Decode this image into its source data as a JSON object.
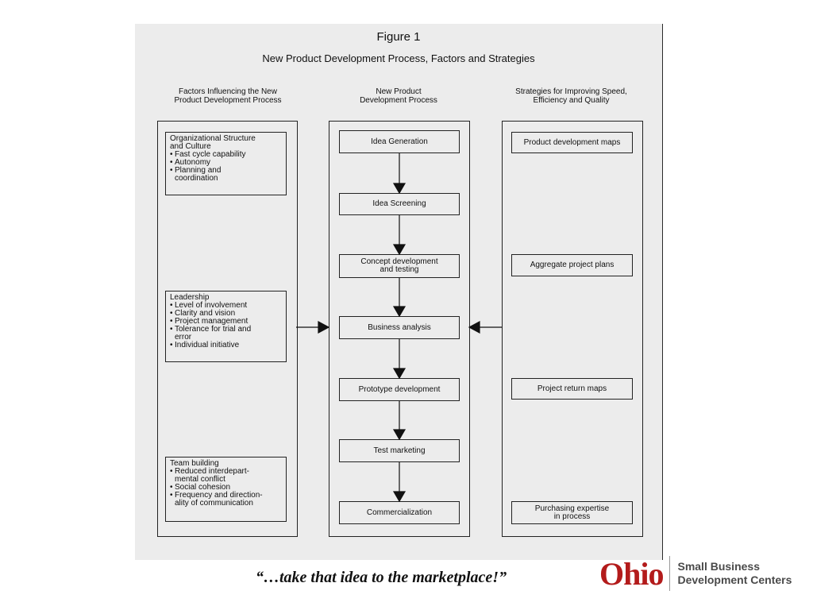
{
  "figure": {
    "title": "Figure 1",
    "subtitle": "New Product Development Process, Factors and Strategies"
  },
  "columns": {
    "factors_header": "Factors Influencing the New\nProduct Development Process",
    "process_header": "New Product\nDevelopment Process",
    "strategies_header": "Strategies for Improving Speed,\nEfficiency and Quality"
  },
  "factors": [
    {
      "title": "Organizational Structure\nand Culture",
      "items": [
        "Fast cycle capability",
        "Autonomy",
        "Planning and\ncoordination"
      ]
    },
    {
      "title": "Leadership",
      "items": [
        "Level of involvement",
        "Clarity and vision",
        "Project management",
        "Tolerance for trial and\nerror",
        "Individual initiative"
      ]
    },
    {
      "title": "Team building",
      "items": [
        "Reduced interdepart-\nmental conflict",
        "Social cohesion",
        "Frequency and direction-\nality of communication"
      ]
    }
  ],
  "process_steps": [
    "Idea Generation",
    "Idea Screening",
    "Concept development\nand testing",
    "Business analysis",
    "Prototype development",
    "Test marketing",
    "Commercialization"
  ],
  "strategies": [
    "Product development maps",
    "Aggregate project plans",
    "Project return maps",
    "Purchasing expertise\nin process"
  ],
  "footer": {
    "tagline": "“…take that idea to the marketplace!”",
    "logo_word": "Ohio",
    "logo_org": "Small Business\nDevelopment Centers",
    "logo_color": "#b31b1b"
  }
}
